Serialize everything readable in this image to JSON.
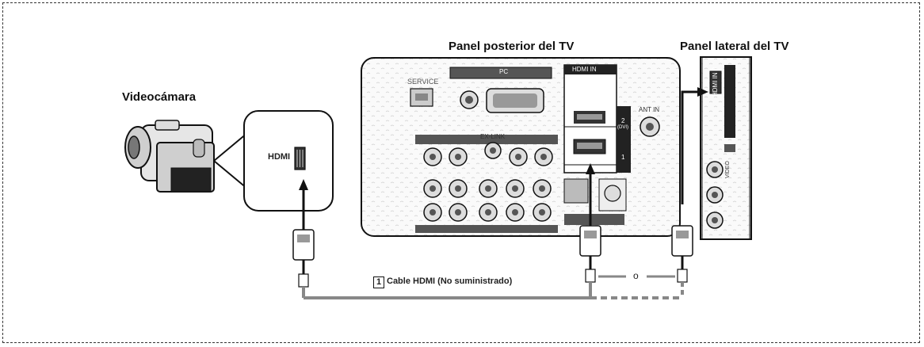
{
  "labels": {
    "camcorder": "Videocámara",
    "rear_panel": "Panel posterior del TV",
    "side_panel": "Panel lateral del TV",
    "hdmi_port": "HDMI",
    "cable_number": "1",
    "cable_label": "Cable HDMI (No suministrado)",
    "or_text": "o"
  },
  "rear_panel_labels": {
    "service": "SERVICE",
    "pc": "PC",
    "hdmi_in": "HDMI IN",
    "ex_link": "EX-LINK",
    "ant_in": "ANT IN",
    "port_2": "2",
    "port_2_sub": "(DVI)",
    "port_1": "1"
  },
  "side_panel_labels": {
    "hdmi_in_3": "HDMI IN 3",
    "video": "VIDEO"
  },
  "colors": {
    "line": "#111111",
    "cable_gray": "#888888",
    "panel_fill": "#f4f4f4"
  }
}
